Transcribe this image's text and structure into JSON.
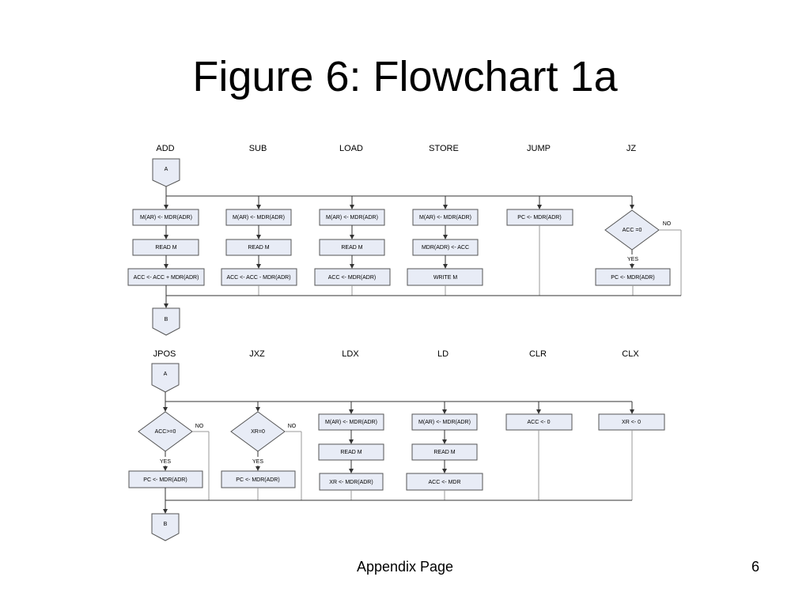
{
  "title": "Figure 6: Flowchart 1a",
  "footer": {
    "center": "Appendix Page",
    "page_number": "6"
  },
  "colors": {
    "box_fill": "#e8ecf6",
    "stroke": "#555555",
    "line": "#333333"
  },
  "connectors": {
    "top": "A",
    "bottom": "B"
  },
  "branch_labels": {
    "no": "NO",
    "yes": "YES"
  },
  "top_flow": {
    "columns": [
      {
        "header": "ADD",
        "steps": [
          "M(AR) <- MDR(ADR)",
          "READ M",
          "ACC <- ACC + MDR(ADR)"
        ]
      },
      {
        "header": "SUB",
        "steps": [
          "M(AR) <- MDR(ADR)",
          "READ M",
          "ACC <- ACC - MDR(ADR)"
        ]
      },
      {
        "header": "LOAD",
        "steps": [
          "M(AR) <- MDR(ADR)",
          "READ M",
          "ACC <- MDR(ADR)"
        ]
      },
      {
        "header": "STORE",
        "steps": [
          "M(AR) <- MDR(ADR)",
          "MDR(ADR) <- ACC",
          "WRITE M"
        ]
      },
      {
        "header": "JUMP",
        "steps": [
          "PC <- MDR(ADR)"
        ]
      },
      {
        "header": "JZ",
        "decision": "ACC =0",
        "steps": [
          "PC <- MDR(ADR)"
        ]
      }
    ]
  },
  "bottom_flow": {
    "columns": [
      {
        "header": "JPOS",
        "decision": "ACC>=0",
        "steps": [
          "PC <- MDR(ADR)"
        ]
      },
      {
        "header": "JXZ",
        "decision": "XR=0",
        "steps": [
          "PC <- MDR(ADR)"
        ]
      },
      {
        "header": "LDX",
        "steps": [
          "M(AR) <- MDR(ADR)",
          "READ M",
          "XR <- MDR(ADR)"
        ]
      },
      {
        "header": "LD",
        "steps": [
          "M(AR) <- MDR(ADR)",
          "READ M",
          "ACC <- MDR"
        ]
      },
      {
        "header": "CLR",
        "steps": [
          "ACC <- 0"
        ]
      },
      {
        "header": "CLX",
        "steps": [
          "XR <- 0"
        ]
      }
    ]
  }
}
